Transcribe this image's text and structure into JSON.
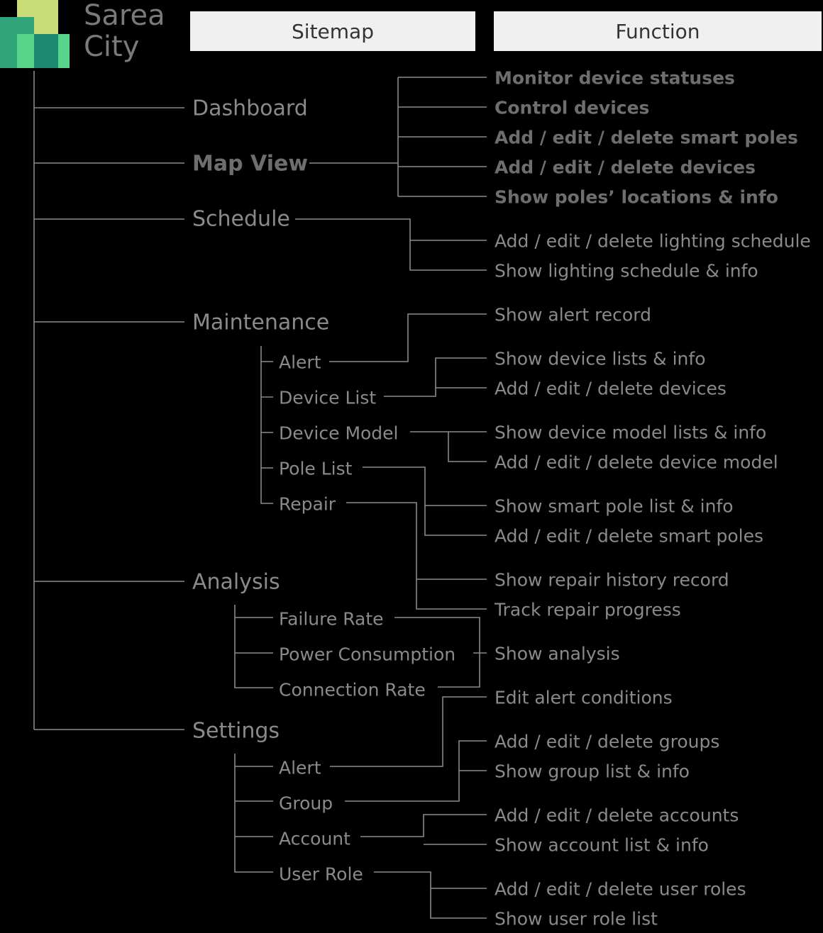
{
  "logo": {
    "line1": "Sarea",
    "line2": "City",
    "colors": [
      "#c9dc78",
      "#2fa37a",
      "#58d58a",
      "#1c8a6e"
    ]
  },
  "headers": {
    "sitemap": "Sitemap",
    "function": "Function"
  },
  "sitemap": {
    "dashboard": "Dashboard",
    "map_view": "Map View",
    "schedule": "Schedule",
    "maintenance": "Maintenance",
    "maintenance_alert": "Alert",
    "device_list": "Device List",
    "device_model": "Device Model",
    "pole_list": "Pole List",
    "repair": "Repair",
    "analysis": "Analysis",
    "failure_rate": "Failure Rate",
    "power_consumption": "Power Consumption",
    "connection_rate": "Connection Rate",
    "settings": "Settings",
    "settings_alert": "Alert",
    "group": "Group",
    "account": "Account",
    "user_role": "User Role"
  },
  "functions": {
    "f1": "Monitor device statuses",
    "f2": "Control devices",
    "f3": "Add / edit / delete smart poles",
    "f4": "Add / edit / delete devices",
    "f5": "Show poles’ locations & info",
    "f6": "Add / edit / delete lighting schedule",
    "f7": "Show lighting schedule & info",
    "f8": "Show alert record",
    "f9": "Show device lists & info",
    "f10": "Add / edit / delete devices",
    "f11": "Show device model lists & info",
    "f12": "Add / edit / delete device model",
    "f13": "Show smart pole list & info",
    "f14": "Add / edit / delete smart poles",
    "f15": "Show repair history record",
    "f16": "Track repair progress",
    "f17": "Show analysis",
    "f18": "Edit alert conditions",
    "f19": "Add / edit / delete groups",
    "f20": "Show group list & info",
    "f21": "Add / edit / delete accounts",
    "f22": "Show account list & info",
    "f23": "Add / edit / delete user roles",
    "f24": "Show user role list"
  },
  "line_color": "#8a8a8a"
}
